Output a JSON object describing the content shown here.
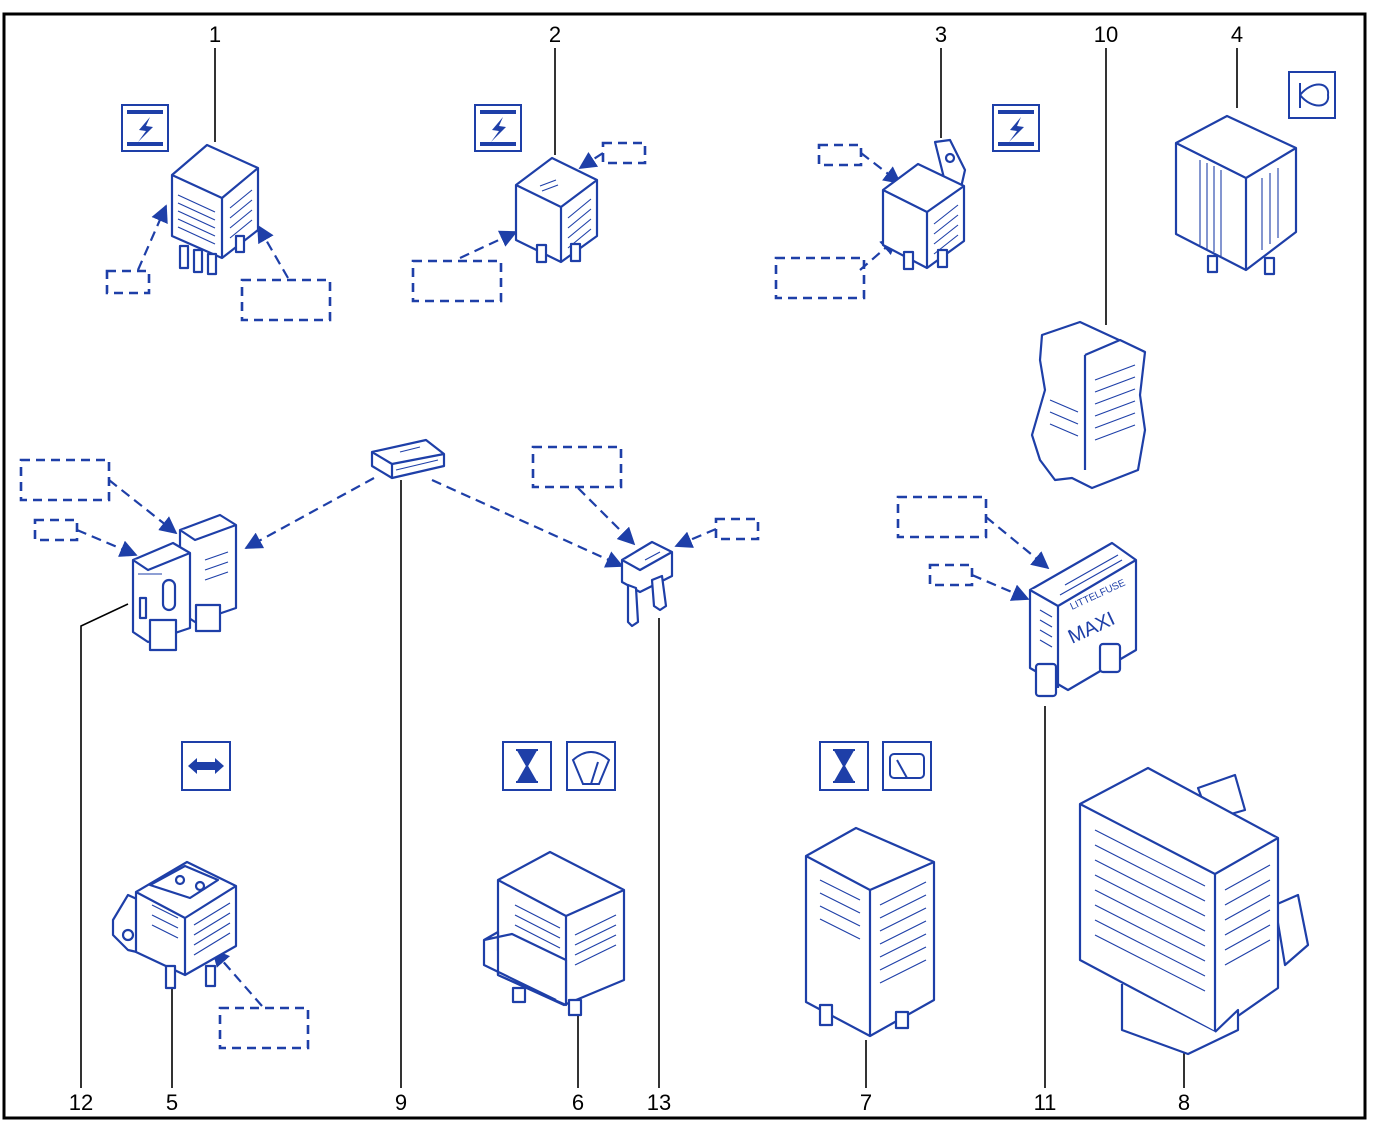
{
  "diagram": {
    "border_color": "#000000",
    "line_color": "#1e3fa8",
    "callouts": [
      {
        "id": "1",
        "label": "1"
      },
      {
        "id": "2",
        "label": "2"
      },
      {
        "id": "3",
        "label": "3"
      },
      {
        "id": "10",
        "label": "10"
      },
      {
        "id": "4",
        "label": "4"
      },
      {
        "id": "12",
        "label": "12"
      },
      {
        "id": "5",
        "label": "5"
      },
      {
        "id": "9",
        "label": "9"
      },
      {
        "id": "6",
        "label": "6"
      },
      {
        "id": "13",
        "label": "13"
      },
      {
        "id": "7",
        "label": "7"
      },
      {
        "id": "11",
        "label": "11"
      },
      {
        "id": "8",
        "label": "8"
      }
    ],
    "fuse_maxi_text": {
      "brand": "LITTELFUSE",
      "type": "MAXI"
    },
    "icons": [
      "lightning-icon",
      "horn-icon",
      "double-arrow-icon",
      "hourglass-icon",
      "wiper-icon",
      "rear-wiper-icon"
    ]
  }
}
